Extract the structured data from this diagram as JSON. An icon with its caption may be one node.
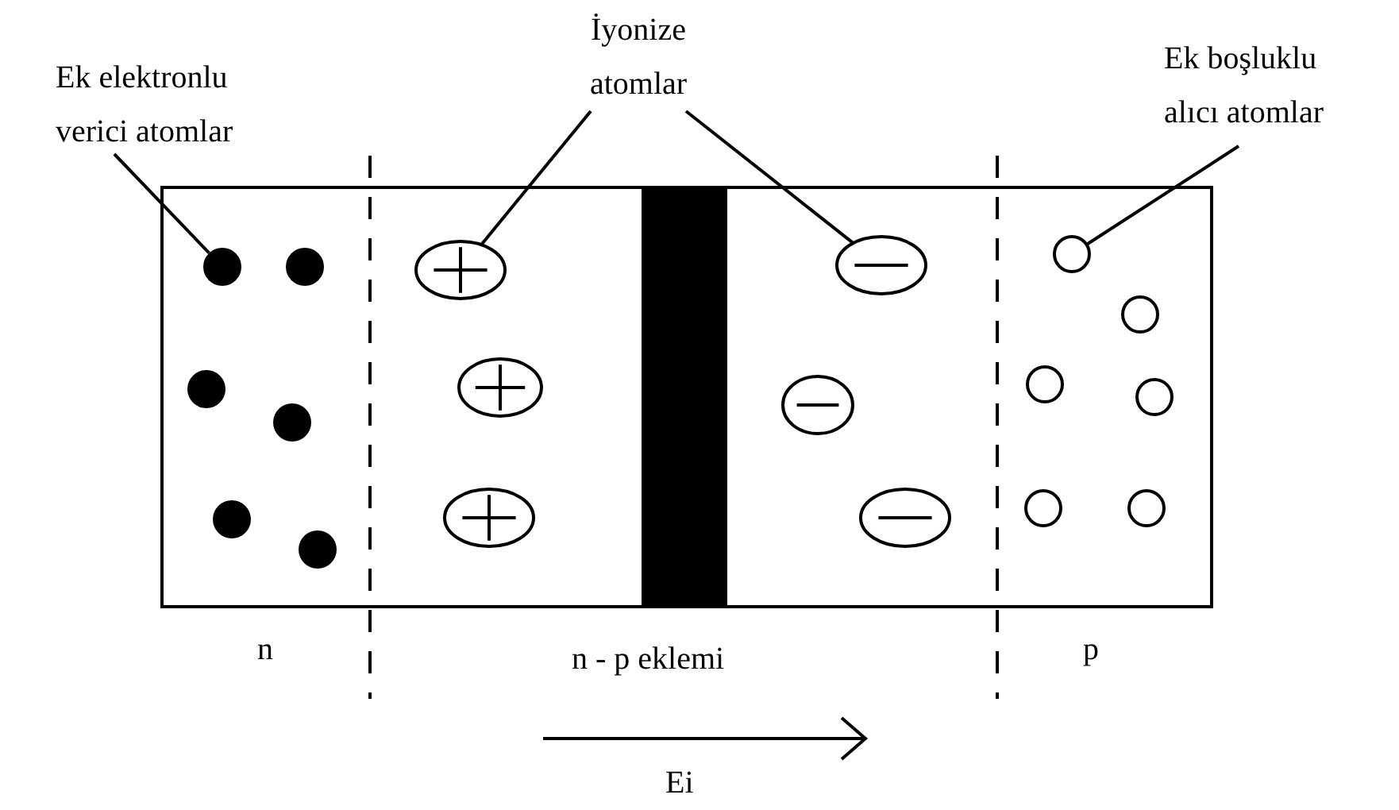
{
  "diagram": {
    "nodes": [
      {
        "text": [
          "Ek elektronlu verici atomlar"
        ]
      },
      {
        "text": [],
        "shape": "circle"
      },
      {
        "text": [
          "İyonize atomlar"
        ]
      },
      {
        "text": [],
        "shape": "ellipse"
      },
      {
        "text": [],
        "shape": "ellipse"
      },
      {
        "text": [
          "Ek boşluklu alıcı atomlar"
        ]
      },
      {
        "text": [],
        "shape": "circle"
      }
    ],
    "edges": [
      {
        "from": 0,
        "to": 1,
        "arrow": "none"
      },
      {
        "from": 2,
        "to": 3,
        "arrow": "none"
      },
      {
        "from": 2,
        "to": 4,
        "arrow": "none"
      },
      {
        "from": 5,
        "to": 6,
        "arrow": "none"
      }
    ],
    "labels": [
      "n",
      "n - p eklemi",
      "p",
      "Ei"
    ]
  }
}
